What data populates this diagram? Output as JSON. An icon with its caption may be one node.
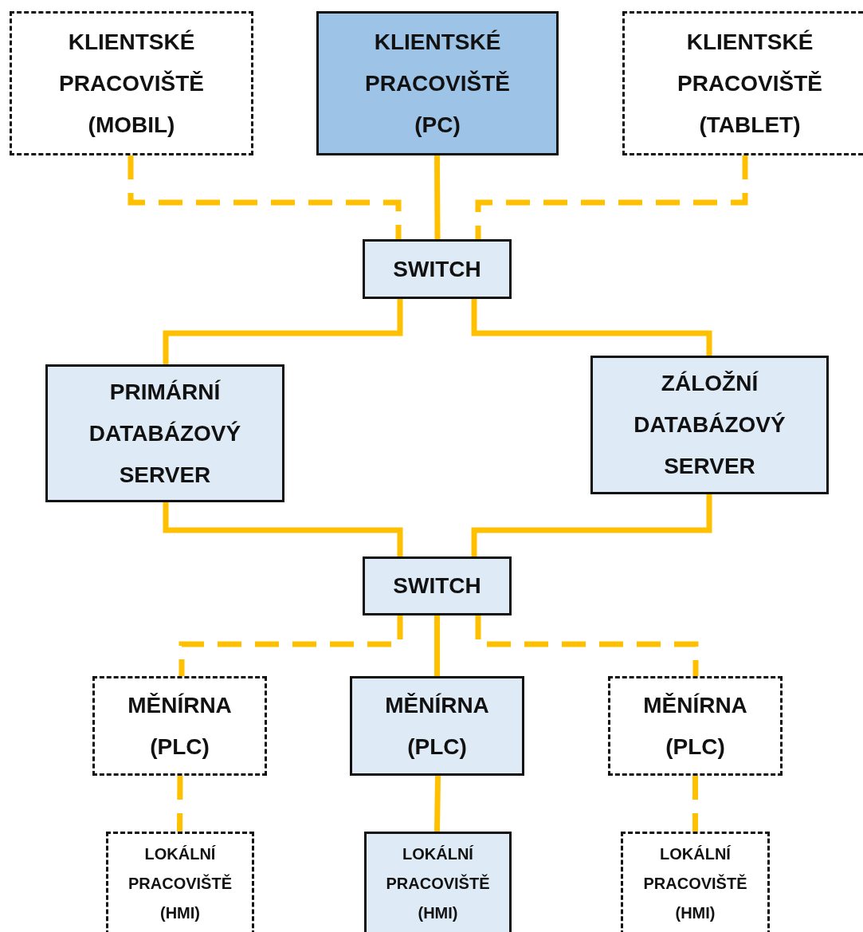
{
  "diagram": {
    "nodes": [
      {
        "text": [
          "KLIENTSKÉ PRACOVIŠTĚ (MOBIL)"
        ]
      },
      {
        "text": [
          "KLIENTSKÉ PRACOVIŠTĚ (PC)"
        ]
      },
      {
        "text": [
          "KLIENTSKÉ PRACOVIŠTĚ (TABLET)"
        ]
      },
      {
        "text": [
          "SWITCH"
        ]
      },
      {
        "text": [
          "PRIMÁRNÍ DATABÁZOVÝ SERVER"
        ]
      },
      {
        "text": [
          "ZÁLOŽNÍ DATABÁZOVÝ SERVER"
        ]
      },
      {
        "text": [
          "SWITCH"
        ]
      },
      {
        "text": [
          "MĚNÍRNA (PLC)"
        ]
      },
      {
        "text": [
          "MĚNÍRNA (PLC)"
        ]
      },
      {
        "text": [
          "MĚNÍRNA (PLC)"
        ]
      },
      {
        "text": [
          "LOKÁLNÍ PRACOVIŠTĚ (HMI)"
        ]
      },
      {
        "text": [
          "LOKÁLNÍ PRACOVIŠTĚ (HMI)"
        ]
      },
      {
        "text": [
          "LOKÁLNÍ PRACOVIŠTĚ (HMI)"
        ]
      }
    ],
    "edges": [
      {
        "from": 0,
        "to": 3,
        "arrow": "none",
        "style": "dashed"
      },
      {
        "from": 1,
        "to": 3,
        "arrow": "none"
      },
      {
        "from": 2,
        "to": 3,
        "arrow": "none",
        "style": "dashed"
      },
      {
        "from": 3,
        "to": 4,
        "arrow": "none"
      },
      {
        "from": 3,
        "to": 5,
        "arrow": "none"
      },
      {
        "from": 4,
        "to": 6,
        "arrow": "none"
      },
      {
        "from": 5,
        "to": 6,
        "arrow": "none"
      },
      {
        "from": 6,
        "to": 7,
        "arrow": "none",
        "style": "dashed"
      },
      {
        "from": 6,
        "to": 8,
        "arrow": "none"
      },
      {
        "from": 6,
        "to": 9,
        "arrow": "none",
        "style": "dashed"
      },
      {
        "from": 7,
        "to": 10,
        "arrow": "none",
        "style": "dashed"
      },
      {
        "from": 8,
        "to": 11,
        "arrow": "none"
      },
      {
        "from": 9,
        "to": 12,
        "arrow": "none",
        "style": "dashed"
      }
    ]
  }
}
